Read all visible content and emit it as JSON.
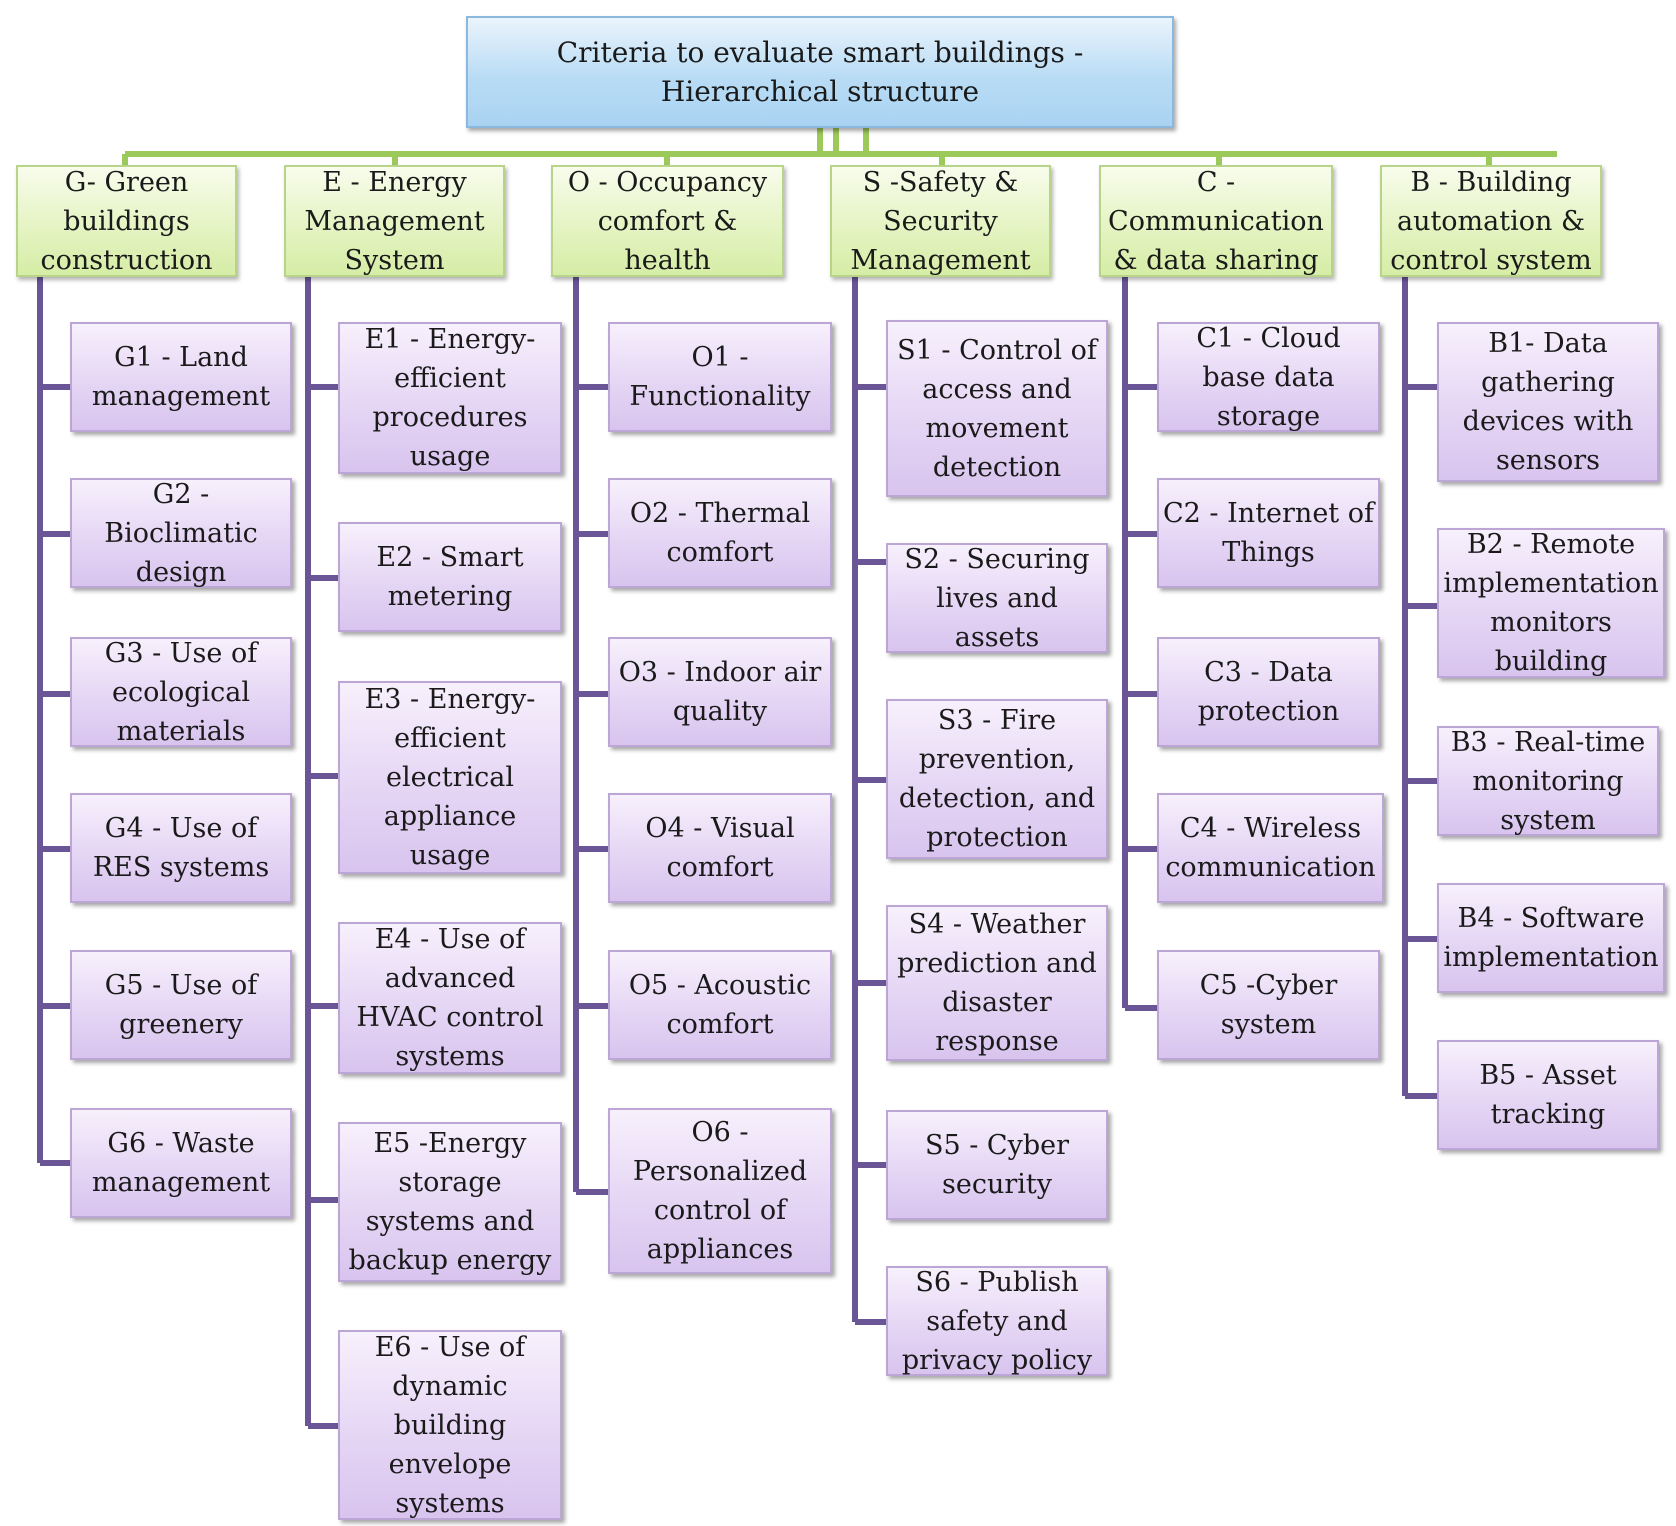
{
  "root": {
    "label": "Criteria to evaluate smart buildings - Hierarchical structure"
  },
  "colors": {
    "root_fill": "#b9dcf5",
    "category_fill": "#e3f3c0",
    "subcriteria_fill": "#e4d4f4",
    "top_connector": "#9bc95a",
    "branch_connector": "#6a5596"
  },
  "categories": [
    {
      "id": "G",
      "label": "G- Green buildings construction",
      "items": [
        {
          "id": "G1",
          "label": "G1 - Land management"
        },
        {
          "id": "G2",
          "label": "G2 - Bioclimatic design"
        },
        {
          "id": "G3",
          "label": "G3 - Use of ecological materials"
        },
        {
          "id": "G4",
          "label": "G4 - Use of RES systems"
        },
        {
          "id": "G5",
          "label": "G5 - Use of greenery"
        },
        {
          "id": "G6",
          "label": "G6 - Waste management"
        }
      ]
    },
    {
      "id": "E",
      "label": "E - Energy Management System",
      "items": [
        {
          "id": "E1",
          "label": "E1 - Energy-efficient procedures usage"
        },
        {
          "id": "E2",
          "label": "E2 - Smart metering"
        },
        {
          "id": "E3",
          "label": "E3 - Energy-efficient electrical appliance usage"
        },
        {
          "id": "E4",
          "label": "E4 - Use of advanced HVAC control systems"
        },
        {
          "id": "E5",
          "label": "E5 -Energy storage systems and backup energy"
        },
        {
          "id": "E6",
          "label": "E6 - Use of dynamic building envelope systems"
        }
      ]
    },
    {
      "id": "O",
      "label": "O - Occupancy comfort & health",
      "items": [
        {
          "id": "O1",
          "label": "O1 - Functionality"
        },
        {
          "id": "O2",
          "label": "O2 - Thermal comfort"
        },
        {
          "id": "O3",
          "label": "O3 - Indoor air quality"
        },
        {
          "id": "O4",
          "label": "O4 - Visual comfort"
        },
        {
          "id": "O5",
          "label": "O5 - Acoustic comfort"
        },
        {
          "id": "O6",
          "label": "O6 - Personalized control of appliances"
        }
      ]
    },
    {
      "id": "S",
      "label": "S -Safety & Security Management",
      "items": [
        {
          "id": "S1",
          "label": "S1 - Control of access and movement detection"
        },
        {
          "id": "S2",
          "label": "S2 - Securing lives and assets"
        },
        {
          "id": "S3",
          "label": "S3 - Fire prevention, detection, and protection"
        },
        {
          "id": "S4",
          "label": "S4 - Weather prediction and disaster response"
        },
        {
          "id": "S5",
          "label": "S5 - Cyber security"
        },
        {
          "id": "S6",
          "label": "S6 - Publish safety and privacy policy"
        }
      ]
    },
    {
      "id": "C",
      "label": "C - Communication & data sharing",
      "items": [
        {
          "id": "C1",
          "label": "C1 - Cloud base data storage"
        },
        {
          "id": "C2",
          "label": "C2 - Internet of Things"
        },
        {
          "id": "C3",
          "label": "C3 - Data protection"
        },
        {
          "id": "C4",
          "label": "C4 - Wireless communication"
        },
        {
          "id": "C5",
          "label": "C5 -Cyber system"
        }
      ]
    },
    {
      "id": "B",
      "label": "B - Building automation & control system",
      "items": [
        {
          "id": "B1",
          "label": "B1- Data gathering devices with sensors"
        },
        {
          "id": "B2",
          "label": "B2 - Remote implementation monitors building"
        },
        {
          "id": "B3",
          "label": "B3 - Real-time monitoring system"
        },
        {
          "id": "B4",
          "label": "B4 - Software implementation"
        },
        {
          "id": "B5",
          "label": "B5 - Asset tracking"
        }
      ]
    }
  ]
}
